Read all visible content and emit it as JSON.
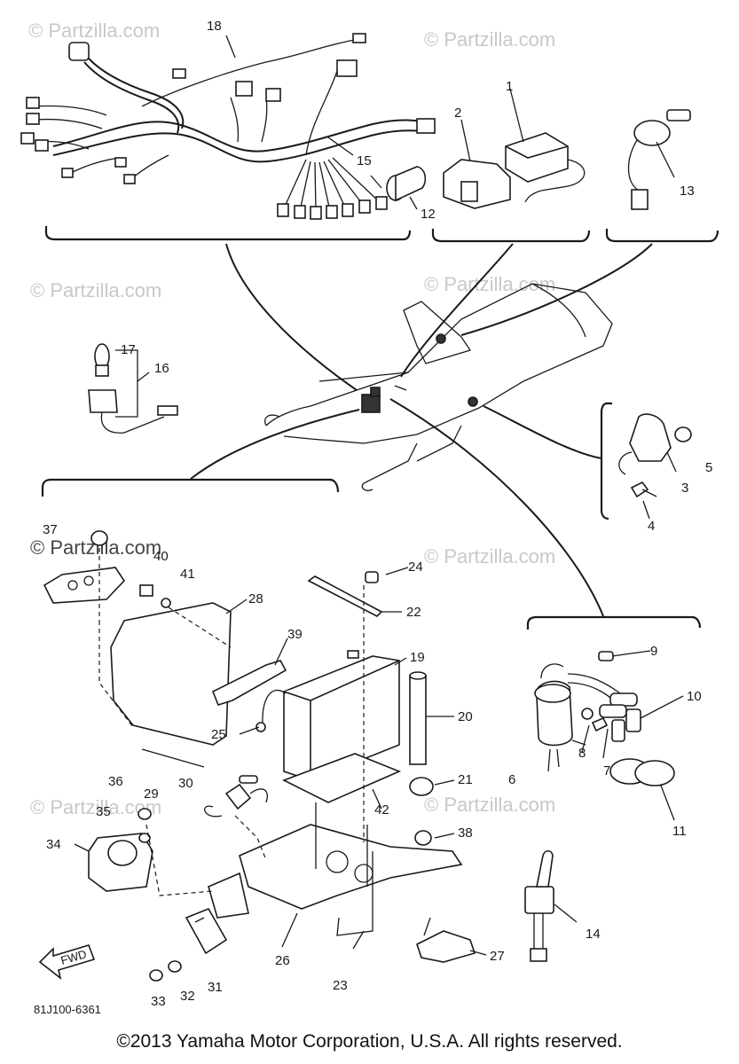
{
  "watermark": "© Partzilla.com",
  "diagram_code": "81J100-6361",
  "fwd_label": "FWD",
  "copyright": "©2013  Yamaha Motor Corporation, U.S.A. All rights reserved.",
  "part_labels": {
    "p1": "1",
    "p2": "2",
    "p3": "3",
    "p4": "4",
    "p5": "5",
    "p6": "6",
    "p7": "7",
    "p8": "8",
    "p9": "9",
    "p10": "10",
    "p11": "11",
    "p12": "12",
    "p13": "13",
    "p14": "14",
    "p15": "15",
    "p16": "16",
    "p17": "17",
    "p18": "18",
    "p19": "19",
    "p20": "20",
    "p21": "21",
    "p22": "22",
    "p23": "23",
    "p24": "24",
    "p25": "25",
    "p26": "26",
    "p27": "27",
    "p28": "28",
    "p29": "29",
    "p30": "30",
    "p31": "31",
    "p32": "32",
    "p33": "33",
    "p34": "34",
    "p35": "35",
    "p36": "36",
    "p37": "37",
    "p38": "38",
    "p39": "39",
    "p40": "40",
    "p41": "41",
    "p42": "42"
  }
}
